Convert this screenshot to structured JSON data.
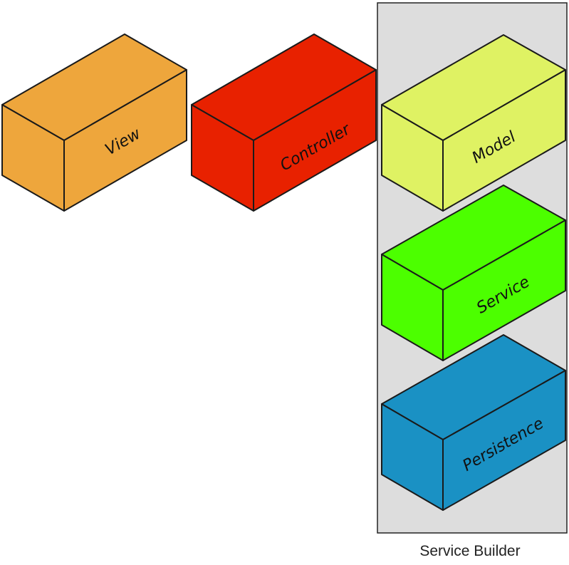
{
  "diagram": {
    "group": {
      "label": "Service Builder",
      "fill": "#dddddd"
    },
    "boxes": [
      {
        "id": "view",
        "label": "View",
        "color": "#eea63c"
      },
      {
        "id": "controller",
        "label": "Controller",
        "color": "#e82100"
      },
      {
        "id": "model",
        "label": "Model",
        "color": "#dff263"
      },
      {
        "id": "service",
        "label": "Service",
        "color": "#4cff00"
      },
      {
        "id": "persistence",
        "label": "Persistence",
        "color": "#1a91c4"
      }
    ]
  }
}
